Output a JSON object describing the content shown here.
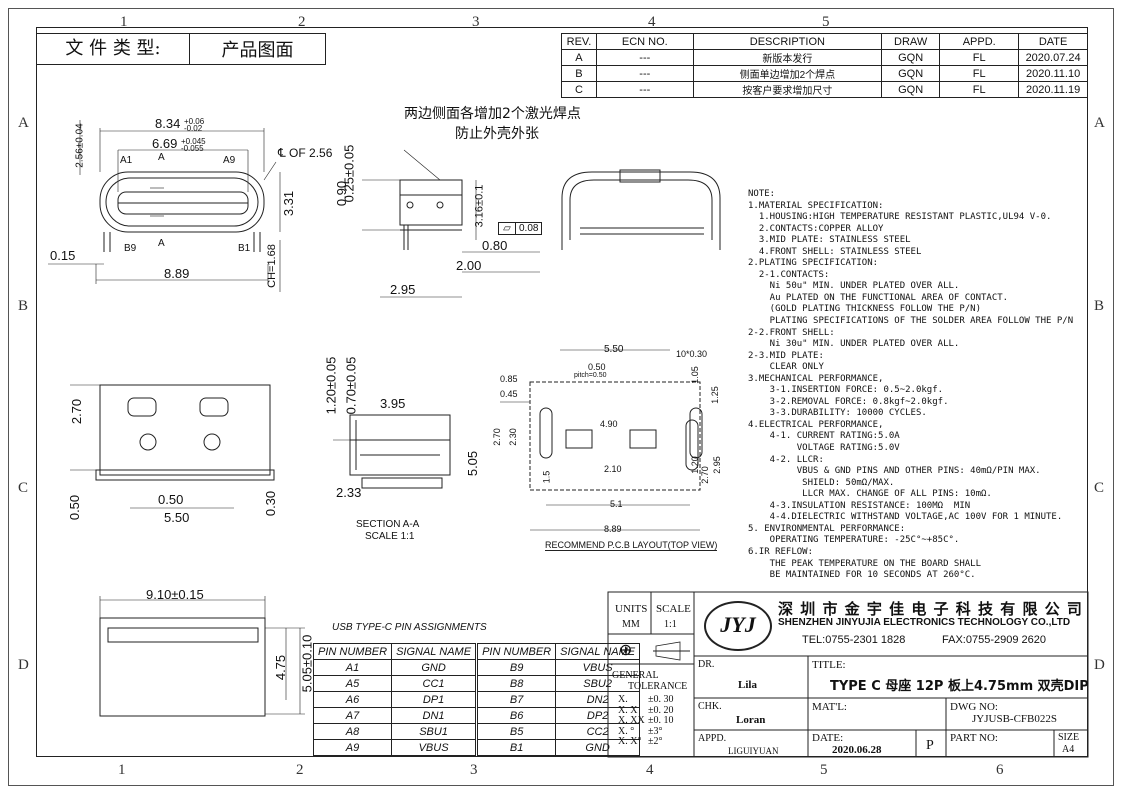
{
  "file_type": {
    "label": "文 件 类 型:",
    "value": "产品图面"
  },
  "zones": {
    "cols_top": [
      "1",
      "2",
      "3",
      "4",
      "5"
    ],
    "cols_bottom": [
      "1",
      "2",
      "3",
      "4",
      "5",
      "6"
    ],
    "rows_left": [
      "A",
      "B",
      "C",
      "D"
    ],
    "rows_right": [
      "A",
      "B",
      "C",
      "D"
    ]
  },
  "revision_table": {
    "headers": [
      "REV.",
      "ECN NO.",
      "DESCRIPTION",
      "DRAW",
      "APPD.",
      "DATE"
    ],
    "rows": [
      {
        "rev": "A",
        "ecn": "---",
        "desc": "新版本发行",
        "draw": "GQN",
        "appd": "FL",
        "date": "2020.07.24"
      },
      {
        "rev": "B",
        "ecn": "---",
        "desc": "侧面单边增加2个焊点",
        "draw": "GQN",
        "appd": "FL",
        "date": "2020.11.10"
      },
      {
        "rev": "C",
        "ecn": "---",
        "desc": "按客户要求增加尺寸",
        "draw": "GQN",
        "appd": "FL",
        "date": "2020.11.19"
      }
    ]
  },
  "annotation_cn": {
    "line1": "两边侧面各增加2个激光焊点",
    "line2": "防止外壳外张"
  },
  "dims": {
    "d_8_34": "8.34",
    "d_8_34_tol_up": "+0.06",
    "d_8_34_tol_dn": "-0.02",
    "d_6_69": "6.69",
    "d_6_69_tol_up": "+0.045",
    "d_6_69_tol_dn": "-0.055",
    "d_2_56": "2.56±0.04",
    "cl_of": "℄ OF 2.56",
    "a1": "A1",
    "a9": "A9",
    "b9": "B9",
    "b1": "B1",
    "a_top": "A",
    "a_bot": "A",
    "d_3_31": "3.31",
    "d_0_15": "0.15",
    "d_8_89": "8.89",
    "d_ch": "CH=1.68",
    "d_0_90": "0.90",
    "d_0_25": "0.25±0.05",
    "d_3_16": "3.16±0.1",
    "d_0_08": "0.08",
    "d_0_80": "0.80",
    "d_2_00": "2.00",
    "d_2_95": "2.95",
    "d_2_70": "2.70",
    "d_0_50a": "0.50",
    "d_0_50b": "0.50",
    "d_5_50a": "5.50",
    "d_0_30": "0.30",
    "d_1_20": "1.20±0.05",
    "d_0_70": "0.70±0.05",
    "d_3_95": "3.95",
    "d_2_33": "2.33",
    "section": "SECTION A-A",
    "scale_sec": "SCALE 1:1",
    "p_5_50": "5.50",
    "p_10x": "10*0.30",
    "p_0_50": "0.50",
    "p_pitch": "pitch=0.50",
    "p_0_85": "0.85",
    "p_0_45": "0.45",
    "p_1_05": "1.05",
    "p_1_25": "1.25",
    "p_4_90": "4.90",
    "p_2_70": "2.70",
    "p_2_30": "2.30",
    "p_2_10": "2.10",
    "p_5_05": "5.05",
    "p_1_5": "1.5",
    "p_1_20": "1.20",
    "p_2_95": "2.95",
    "p_2_70b": "2.70",
    "p_5_1": "5.1",
    "p_8_89": "8.89",
    "p_pcb": "RECOMMEND P.C.B LAYOUT(TOP VIEW)",
    "b_9_10": "9.10±0.15",
    "b_4_75": "4.75",
    "b_5_05": "5.05±0.10"
  },
  "notes": [
    "NOTE:",
    "1.MATERIAL SPECIFICATION:",
    "  1.HOUSING:HIGH TEMPERATURE RESISTANT PLASTIC,UL94 V-0.",
    "  2.CONTACTS:COPPER ALLOY",
    "  3.MID PLATE: STAINLESS STEEL",
    "  4.FRONT SHELL: STAINLESS STEEL",
    "2.PLATING SPECIFICATION:",
    "  2-1.CONTACTS:",
    "    Ni 50u\" MIN. UNDER PLATED OVER ALL.",
    "    Au PLATED ON THE FUNCTIONAL AREA OF CONTACT.",
    "    (GOLD PLATING THICKNESS FOLLOW THE P/N)",
    "    PLATING SPECIFICATIONS OF THE SOLDER AREA FOLLOW THE P/N",
    "2-2.FRONT SHELL:",
    "    Ni 30u\" MIN. UNDER PLATED OVER ALL.",
    "2-3.MID PLATE:",
    "    CLEAR ONLY",
    "3.MECHANICAL PERFORMANCE,",
    "    3-1.INSERTION FORCE: 0.5~2.0kgf.",
    "    3-2.REMOVAL FORCE: 0.8kgf~2.0kgf.",
    "    3-3.DURABILITY: 10000 CYCLES.",
    "4.ELECTRICAL PERFORMANCE,",
    "    4-1. CURRENT RATING:5.0A",
    "         VOLTAGE RATING:5.0V",
    "    4-2. LLCR:",
    "         VBUS & GND PINS AND OTHER PINS: 40mΩ/PIN MAX.",
    "          SHIELD: 50mΩ/MAX.",
    "          LLCR MAX. CHANGE OF ALL PINS: 10mΩ.",
    "    4-3.INSULATION RESISTANCE: 100MΩ  MIN",
    "    4-4.DIELECTRIC WITHSTAND VOLTAGE,AC 100V FOR 1 MINUTE.",
    "5. ENVIRONMENTAL PERFORMANCE:",
    "    OPERATING TEMPERATURE: -25C°~+85C°.",
    "6.IR REFLOW:",
    "    THE PEAK TEMPERATURE ON THE BOARD SHALL",
    "    BE MAINTAINED FOR 10 SECONDS AT 260°C."
  ],
  "pin_table": {
    "title": "USB TYPE-C PIN ASSIGNMENTS",
    "headers": [
      "PIN NUMBER",
      "SIGNAL NAME",
      "PIN NUMBER",
      "SIGNAL NAME"
    ],
    "rows": [
      [
        "A1",
        "GND",
        "B9",
        "VBUS"
      ],
      [
        "A5",
        "CC1",
        "B8",
        "SBU2"
      ],
      [
        "A6",
        "DP1",
        "B7",
        "DN2"
      ],
      [
        "A7",
        "DN1",
        "B6",
        "DP2"
      ],
      [
        "A8",
        "SBU1",
        "B5",
        "CC2"
      ],
      [
        "A9",
        "VBUS",
        "B1",
        "GND"
      ]
    ]
  },
  "title_block": {
    "units_label": "UNITS",
    "units_value": "MM",
    "scale_label": "SCALE",
    "scale_value": "1:1",
    "company_cn": "深 圳 市 金 宇 佳 电 子 科 技 有 限 公 司",
    "company_en": "SHENZHEN JINYUJIA ELECTRONICS TECHNOLOGY CO.,LTD",
    "tel": "TEL:0755-2301 1828",
    "fax": "FAX:0755-2909 2620",
    "logo": "JYJ",
    "general": "GENERAL",
    "tolerance": "TOLERANCE",
    "tol_rows": [
      [
        "X.",
        "±0. 30"
      ],
      [
        "X. X",
        "±0. 20"
      ],
      [
        "X. XX",
        "±0. 10"
      ],
      [
        "X. °",
        "±3°"
      ],
      [
        "X. X°",
        "±2°"
      ]
    ],
    "dr_label": "DR.",
    "dr_value": "Lila",
    "chk_label": "CHK.",
    "chk_value": "Loran",
    "appd_label": "APPD.",
    "appd_value": "LIGUIYUAN",
    "title_label": "TITLE:",
    "title_value": "TYPE C 母座 12P 板上4.75mm 双壳DIP",
    "matl_label": "MAT'L:",
    "dwg_label": "DWG NO:",
    "dwg_value": "JYJUSB-CFB022S",
    "date_label": "DATE:",
    "date_value": "2020.06.28",
    "proj": "P",
    "part_label": "PART NO:",
    "size_label": "SIZE",
    "size_value": "A4"
  },
  "colors": {
    "line": "#222222",
    "text": "#111111",
    "paper": "#ffffff"
  }
}
